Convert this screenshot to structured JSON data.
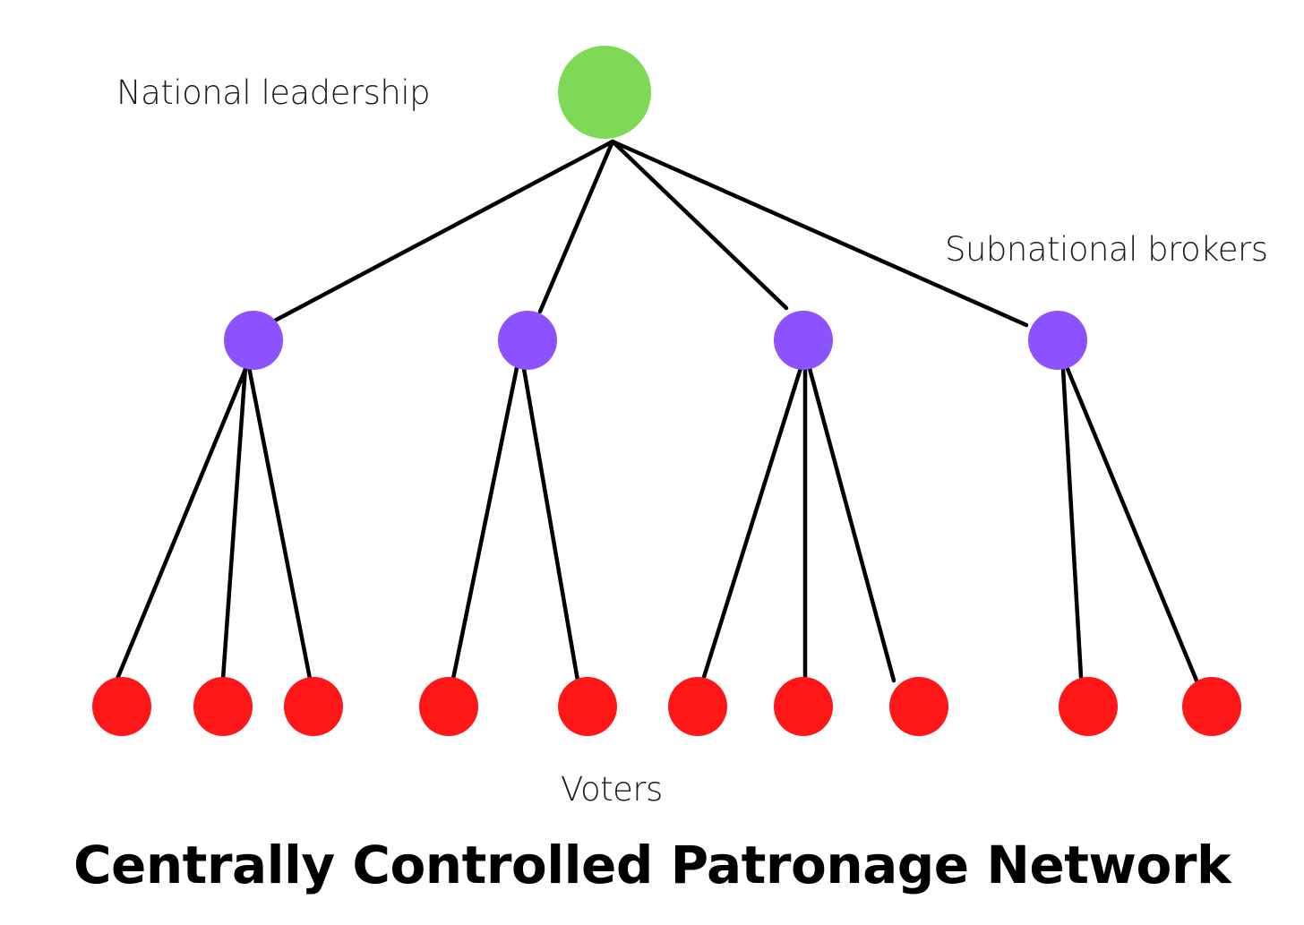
{
  "title": "Centrally Controlled Patronage Network",
  "labels": {
    "national": "National leadership",
    "brokers": "Subnational brokers",
    "voters": "Voters"
  },
  "colors": {
    "national": "#7ed957",
    "broker": "#8c52ff",
    "voter": "#ff1616",
    "edge": "#000000"
  },
  "tree": {
    "root": "national-leadership",
    "brokers": [
      {
        "id": "broker-1",
        "voters": 3
      },
      {
        "id": "broker-2",
        "voters": 2
      },
      {
        "id": "broker-3",
        "voters": 3
      },
      {
        "id": "broker-4",
        "voters": 2
      }
    ]
  }
}
